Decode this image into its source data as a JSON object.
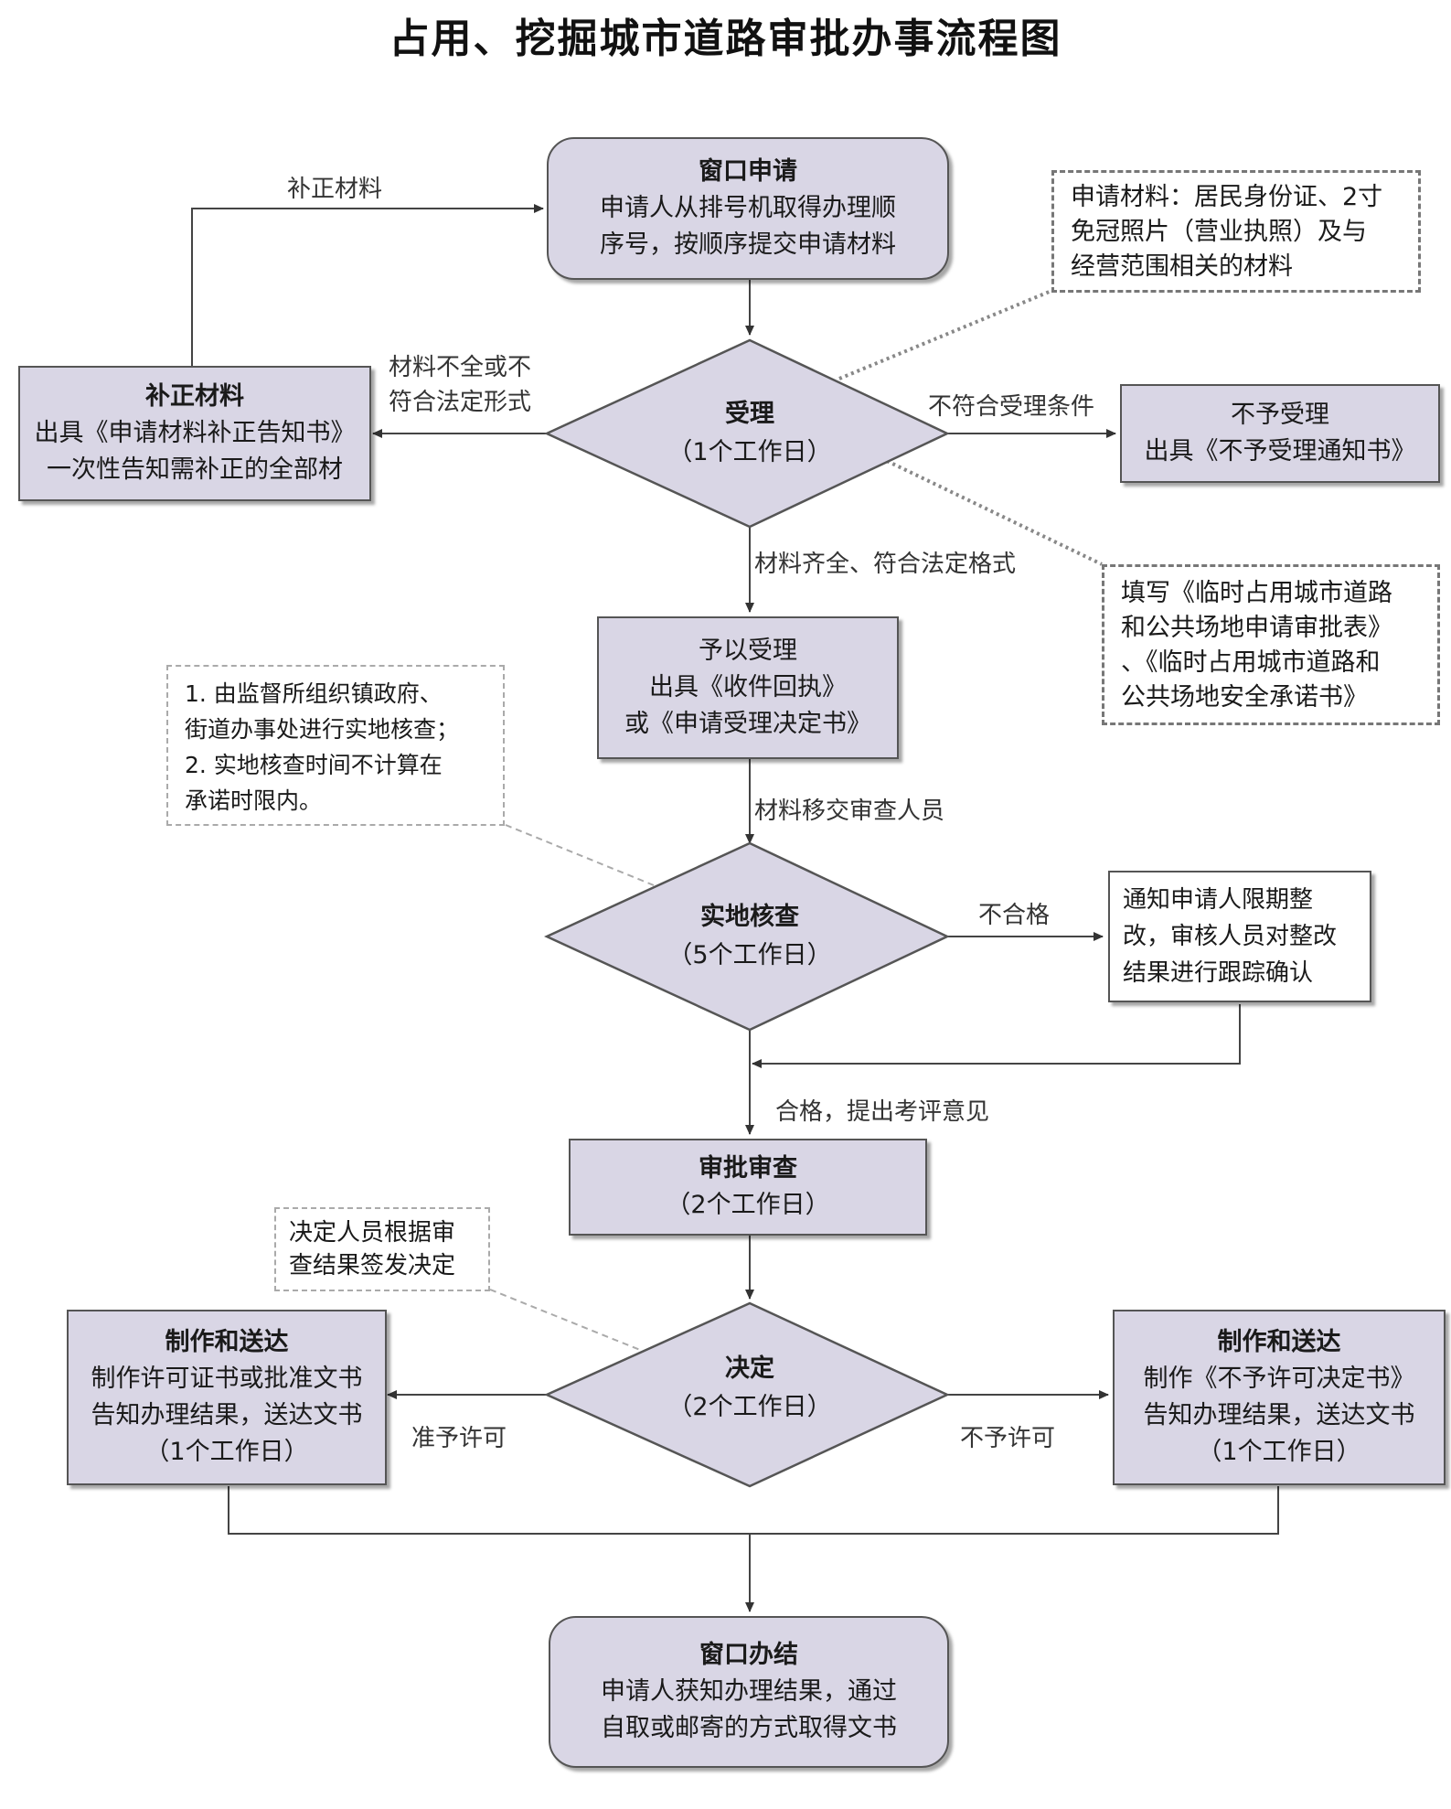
{
  "title": "占用、挖掘城市道路审批办事流程图",
  "nodes": {
    "window_apply": {
      "title": "窗口申请",
      "lines": [
        "申请人从排号机取得办理顺",
        "序号，按顺序提交申请材料"
      ]
    },
    "accept": {
      "title": "受理",
      "lines": [
        "（1个工作日）"
      ]
    },
    "supplement": {
      "title": "补正材料",
      "lines": [
        "出具《申请材料补正告知书》",
        "一次性告知需补正的全部材"
      ]
    },
    "reject": {
      "title": "不予受理",
      "lines": [
        "出具《不予受理通知书》"
      ]
    },
    "accepted": {
      "title": "予以受理",
      "lines": [
        "出具《收件回执》",
        "或《申请受理决定书》"
      ]
    },
    "inspect": {
      "title": "实地核查",
      "lines": [
        "（5个工作日）"
      ]
    },
    "rectify": {
      "lines": [
        "通知申请人限期整",
        "改，审核人员对整改",
        "结果进行跟踪确认"
      ]
    },
    "review": {
      "title": "审批审查",
      "lines": [
        "（2个工作日）"
      ]
    },
    "decide": {
      "title": "决定",
      "lines": [
        "（2个工作日）"
      ]
    },
    "deliver_left": {
      "title": "制作和送达",
      "lines": [
        "制作许可证书或批准文书",
        "告知办理结果，送达文书",
        "（1个工作日）"
      ]
    },
    "deliver_right": {
      "title": "制作和送达",
      "lines": [
        "制作《不予许可决定书》",
        "告知办理结果，送达文书",
        "（1个工作日）"
      ]
    },
    "finish": {
      "title": "窗口办结",
      "lines": [
        "申请人获知办理结果，通过",
        "自取或邮寄的方式取得文书"
      ]
    }
  },
  "notes": {
    "materials": [
      "申请材料：居民身份证、2寸",
      "免冠照片（营业执照）及与",
      "经营范围相关的材料"
    ],
    "forms": [
      "填写《临时占用城市道路",
      "和公共场地申请审批表》",
      "、《临时占用城市道路和",
      "公共场地安全承诺书》"
    ],
    "inspection": [
      "1. 由监督所组织镇政府、",
      "街道办事处进行实地核查；",
      "2. 实地核查时间不计算在",
      "承诺时限内。"
    ],
    "decision": [
      "决定人员根据审",
      "查结果签发决定"
    ]
  },
  "edge_labels": {
    "resubmit": "补正材料",
    "incomplete": [
      "材料不全或不",
      "符合法定形式"
    ],
    "not_eligible": "不符合受理条件",
    "complete": "材料齐全、符合法定格式",
    "transfer": "材料移交审查人员",
    "fail": "不合格",
    "pass": "合格，提出考评意见",
    "grant": "准予许可",
    "deny": "不予许可"
  }
}
